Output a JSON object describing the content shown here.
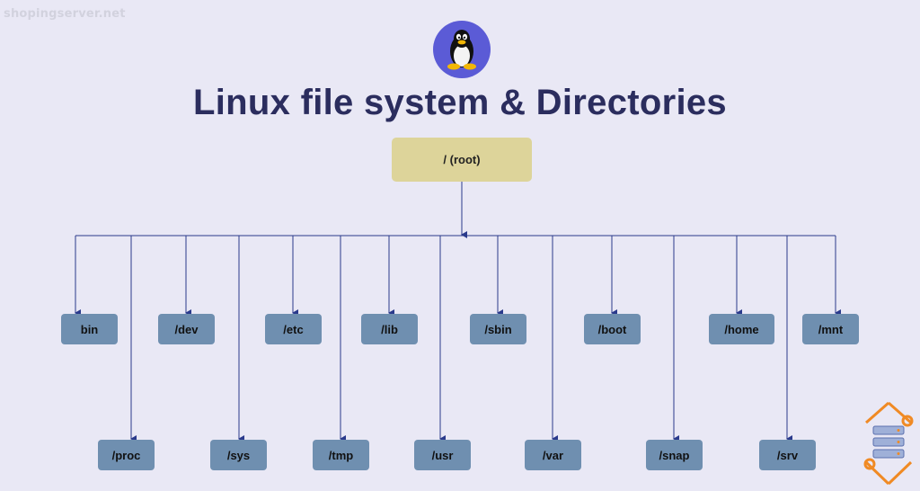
{
  "watermark": "shopingserver.net",
  "title": "Linux file system & Directories",
  "logo_icon": "linux-tux-icon",
  "brand_icon": "server-brand-icon",
  "colors": {
    "background": "#e9e8f5",
    "root": "#ddd49a",
    "node": "#6f8fb0",
    "line": "#2a3a8c",
    "title": "#2b2d5e"
  },
  "root": {
    "label": "/ (root)"
  },
  "top_row": [
    {
      "label": "bin"
    },
    {
      "label": "/dev"
    },
    {
      "label": "/etc"
    },
    {
      "label": "/lib"
    },
    {
      "label": "/sbin"
    },
    {
      "label": "/boot"
    },
    {
      "label": "/home"
    },
    {
      "label": "/mnt"
    }
  ],
  "bottom_row": [
    {
      "label": "/proc"
    },
    {
      "label": "/sys"
    },
    {
      "label": "/tmp"
    },
    {
      "label": "/usr"
    },
    {
      "label": "/var"
    },
    {
      "label": "/snap"
    },
    {
      "label": "/srv"
    }
  ]
}
